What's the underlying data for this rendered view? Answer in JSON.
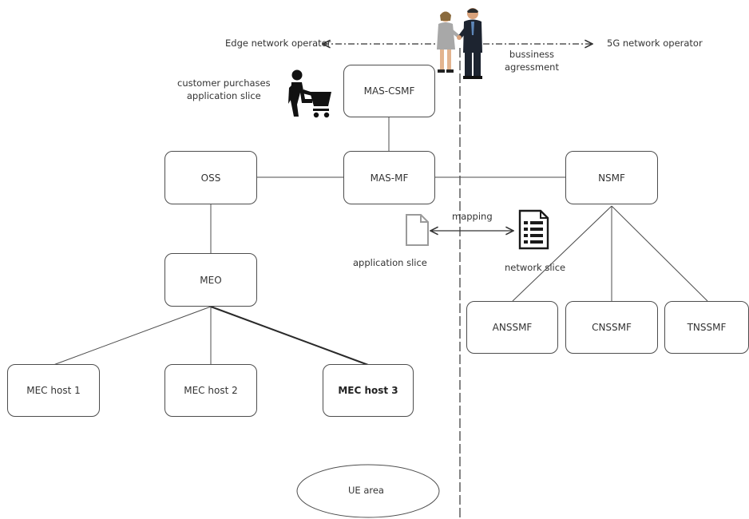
{
  "operators": {
    "edge": "Edge network operator",
    "fiveg": "5G network operator",
    "agreement": [
      "bussiness",
      "agressment"
    ]
  },
  "customer": [
    "customer purchases",
    "application slice"
  ],
  "nodes": {
    "mas_csmf": "MAS-CSMF",
    "oss": "OSS",
    "mas_mf": "MAS-MF",
    "nsmf": "NSMF",
    "meo": "MEO",
    "mec1": "MEC host 1",
    "mec2": "MEC host 2",
    "mec3": "MEC host 3",
    "anssmf": "ANSSMF",
    "cnssmf": "CNSSMF",
    "tnssmf": "TNSSMF",
    "ue": "UE area"
  },
  "mapping": {
    "label": "mapping",
    "application_slice": "application slice",
    "network_slice": "network slice"
  },
  "icons": [
    "handshake-icon",
    "shopping-cart-icon",
    "document-icon",
    "document-list-icon"
  ],
  "colors": {
    "line": "#4d4d4d",
    "doc_gray": "#9a9a9a",
    "dark": "#1a1a1a"
  }
}
